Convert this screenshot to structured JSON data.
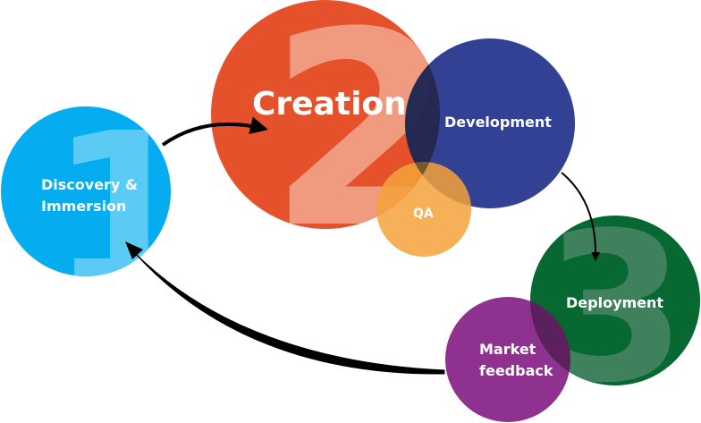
{
  "stages": {
    "discovery": {
      "line1": "Discovery &",
      "line2": "Immersion",
      "numeral": "1",
      "color": "#05ACEF",
      "numeral_color": "#5BCBF5"
    },
    "creation": {
      "label": "Creation",
      "numeral": "2",
      "color": "#E5512A",
      "numeral_color": "#F09A80"
    },
    "development": {
      "label": "Development",
      "color": "#2B3990"
    },
    "qa": {
      "label": "QA",
      "color": "#F4A23A"
    },
    "deployment": {
      "label": "Deployment",
      "numeral": "3",
      "color": "#079B48",
      "numeral_color": "#5CC28A"
    },
    "market_feedback": {
      "line1": "Market",
      "line2": "feedback",
      "color": "#8A2A8B"
    }
  },
  "arrow_color": "#000000"
}
